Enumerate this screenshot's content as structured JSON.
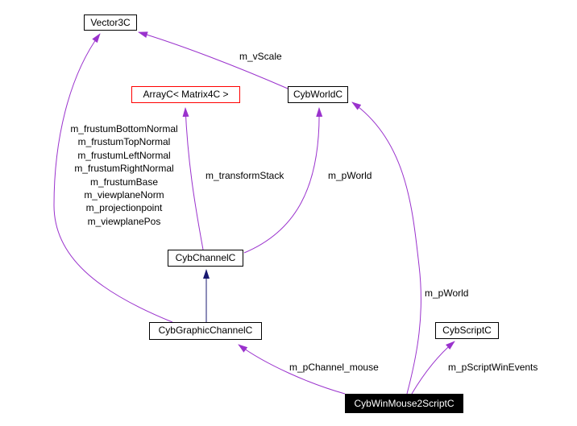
{
  "nodes": [
    {
      "label": "Vector3C"
    },
    {
      "label": "ArrayC< Matrix4C >"
    },
    {
      "label": "CybWorldC"
    },
    {
      "label": "CybChannelC"
    },
    {
      "label": "CybGraphicChannelC"
    },
    {
      "label": "CybScriptC"
    },
    {
      "label": "CybWinMouse2ScriptC"
    }
  ],
  "edge_labels": {
    "m_vscale": "m_vScale",
    "m_transform_stack": "m_transformStack",
    "m_pworld_channel": "m_pWorld",
    "m_pworld_mouse": "m_pWorld",
    "m_pchannel_mouse": "m_pChannel_mouse",
    "m_pscriptwinevents": "m_pScriptWinEvents",
    "frustum_lines": [
      "m_frustumBottomNormal",
      "m_frustumTopNormal",
      "m_frustumLeftNormal",
      "m_frustumRightNormal",
      "m_frustumBase",
      "m_viewplaneNorm",
      "m_projectionpoint",
      "m_viewplanePos"
    ]
  },
  "colors": {
    "usage_edge": "#9a32cd",
    "inheritance_edge": "#191970",
    "template_node_border": "#ff0000",
    "node_border": "#000000",
    "focus_node_bg": "#000000",
    "focus_node_text": "#ffffff",
    "background": "#ffffff"
  }
}
